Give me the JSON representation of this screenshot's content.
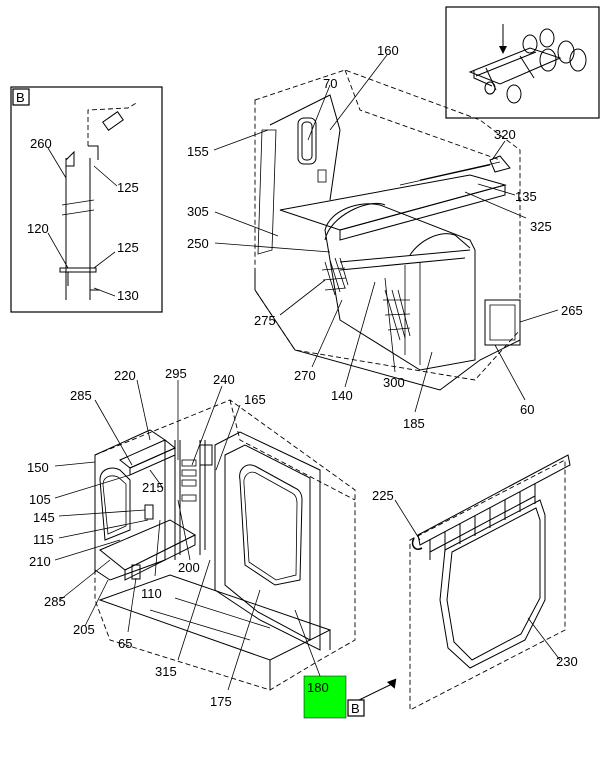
{
  "colors": {
    "highlight": "#00ff00",
    "line": "#000000",
    "background": "#ffffff"
  },
  "icon": "truck-chassis-locator-icon",
  "inset_b": {
    "tag": "B",
    "labels": [
      "260",
      "125",
      "120",
      "125",
      "130"
    ]
  },
  "top_labels": [
    "160",
    "70",
    "155",
    "320",
    "135",
    "305",
    "325",
    "250",
    "265",
    "275",
    "270",
    "140",
    "300",
    "60",
    "185"
  ],
  "bottom_labels": [
    "220",
    "295",
    "240",
    "285",
    "165",
    "150",
    "215",
    "105",
    "145",
    "115",
    "210",
    "200",
    "110",
    "285",
    "205",
    "65",
    "315",
    "175",
    "225",
    "230"
  ],
  "highlight_label": "180",
  "ref_tag": "B"
}
